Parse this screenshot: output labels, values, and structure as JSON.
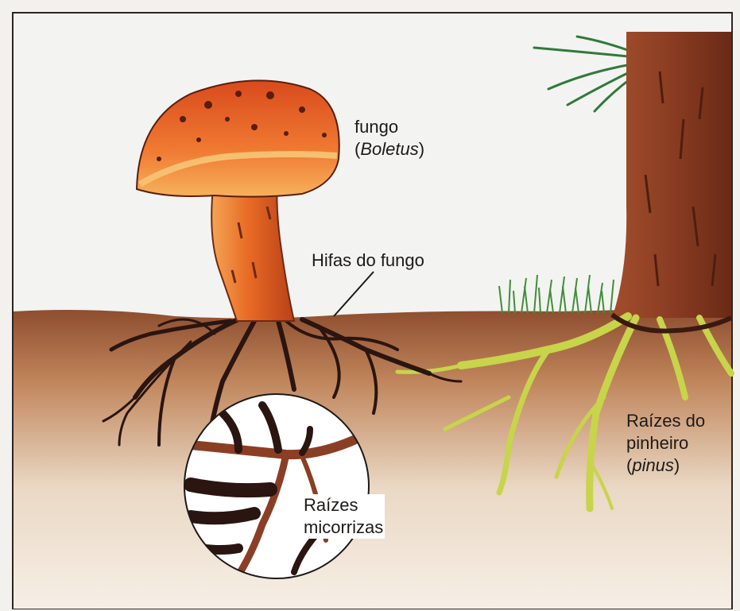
{
  "labels": {
    "fungus": {
      "name": "fungo",
      "open": "(",
      "genus": "Boletus",
      "close": ")"
    },
    "hyphae": "Hifas do fungo",
    "mycorrhizal_roots": {
      "line1": "Raízes",
      "line2": "micorrizas"
    },
    "pine_roots": {
      "line1": "Raízes do",
      "line2": "pinheiro",
      "open": "(",
      "genus": "pinus",
      "close": ")"
    }
  },
  "colors": {
    "sky": "#f4f4f2",
    "soil_top": "#8a4a2c",
    "soil_bottom": "#f4ece2",
    "cap": "#e8652a",
    "cap_edge": "#f4b060",
    "stem": "#e36a26",
    "hyphae": "#2a1510",
    "tree_trunk": "#8a3f25",
    "pine_roots": "#c9d44a",
    "grass": "#3f8f36"
  }
}
